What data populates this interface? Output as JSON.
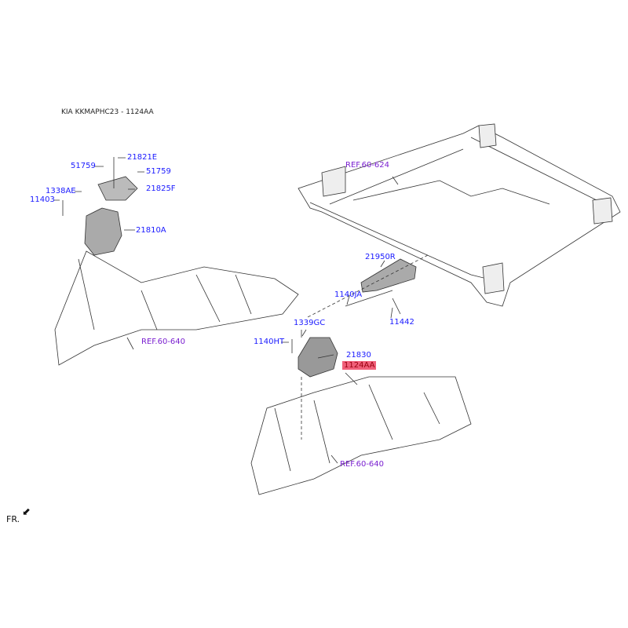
{
  "title": "KIA KKMAPHC23 - 1124AA",
  "parts": {
    "p21821E": "21821E",
    "p51759a": "51759",
    "p51759b": "51759",
    "p21825F": "21825F",
    "p1338AE": "1338AE",
    "p11403": "11403",
    "p21810A": "21810A",
    "p21950R": "21950R",
    "p1140JA": "1140JA",
    "p11442": "11442",
    "p1339GC": "1339GC",
    "p1140HT": "1140HT",
    "p21830": "21830",
    "p1124AA": "1124AA"
  },
  "refs": {
    "ref_624": "REF.60-624",
    "ref_640a": "REF.60-640",
    "ref_640b": "REF.60-640"
  },
  "direction": "FR.",
  "colors": {
    "label": "#1a1aff",
    "ref": "#7a1fd0",
    "highlight": "#f0607a"
  }
}
